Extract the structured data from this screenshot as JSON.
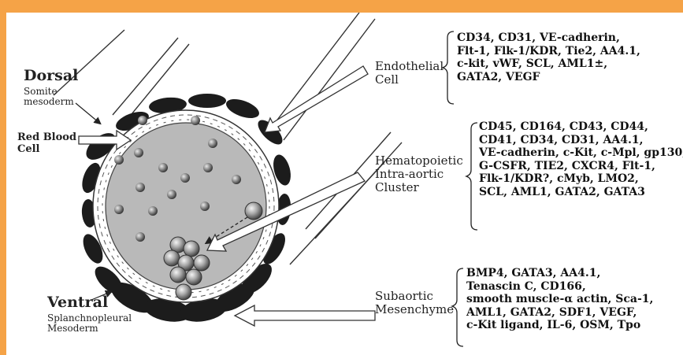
{
  "labels": {
    "dorsal": "Dorsal",
    "somite_mesoderm": [
      "Somite",
      "mesoderm"
    ],
    "red_blood_cell": [
      "Red Blood",
      "Cell"
    ],
    "ventral": "Ventral",
    "splanchnopleural_mesoderm": [
      "Splanchnopleural",
      "Mesoderm"
    ],
    "endothelial_cell": [
      "Endothelial",
      "Cell"
    ],
    "hematopoietic_cluster": [
      "Hematopoietic",
      "Intra-aortic",
      "Cluster"
    ],
    "subaortic_mesenchyme": [
      "Subaortic",
      "Mesenchyme"
    ]
  },
  "markers": {
    "endothelial": [
      "CD34, CD31, VE-cadherin,",
      "Flt-1, Flk-1/KDR, Tie2, AA4.1,",
      "c-kit, vWF, SCL, AML1±,",
      "GATA2, VEGF"
    ],
    "hematopoietic": [
      "CD45, CD164, CD43, CD44,",
      "CD41, CD34, CD31, AA4.1,",
      "VE-cadherin, c-Kit, c-Mpl, gp130,",
      "G-CSFR, TIE2, CXCR4,  Flt-1,",
      "Flk-1/KDR?, cMyb, LMO2,",
      "SCL, AML1, GATA2, GATA3"
    ],
    "mesenchyme": [
      "BMP4, GATA3, AA4.1,",
      "Tenascin C, CD166,",
      "smooth muscle-α actin, Sca-1,",
      "AML1, GATA2, SDF1, VEGF,",
      "c-Kit ligand, IL-6, OSM, Tpo"
    ]
  },
  "colors": {
    "page_border": "#f5a347",
    "lumen": "#b9b9b9",
    "mesenchyme": "#1c1c1c",
    "cell": "#808080"
  }
}
